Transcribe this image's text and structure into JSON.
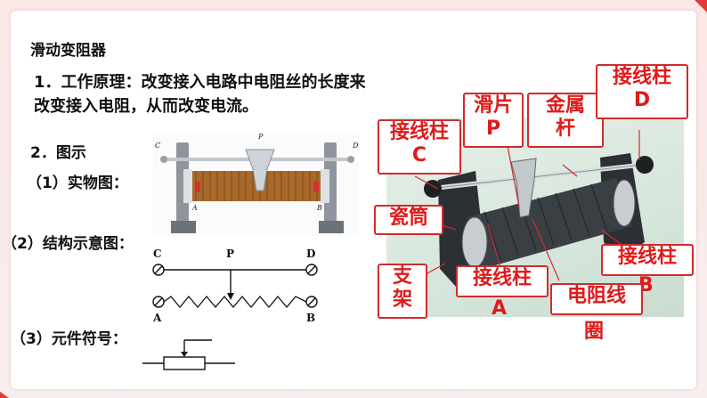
{
  "slide": {
    "title": "滑动变阻器",
    "principle_line1": "1．工作原理：改变接入电路中电阻丝的长度来",
    "principle_line2": "改变接入电阻，从而改变电流。",
    "section2": "2．图示",
    "sub1": "（1）实物图：",
    "sub2": "（2）结构示意图：",
    "sub3": "（3）元件符号："
  },
  "photo_figure": {
    "labels": {
      "c": "C",
      "d": "D",
      "p": "P",
      "a": "A",
      "b": "B"
    }
  },
  "schematic": {
    "labels": {
      "c": "C",
      "p": "P",
      "d": "D",
      "a": "A",
      "b": "B"
    }
  },
  "callouts": {
    "terminal_c": [
      "接线柱",
      "C"
    ],
    "slider_p": [
      "滑片",
      "P"
    ],
    "metal_rod": [
      "金属",
      "杆"
    ],
    "terminal_d": [
      "接线柱",
      "D"
    ],
    "porcelain": "瓷筒",
    "terminal_b": [
      "接线柱",
      "B"
    ],
    "support": [
      "支",
      "架"
    ],
    "terminal_a": [
      "接线柱",
      "A"
    ],
    "coil": [
      "电阻线",
      "圈"
    ]
  },
  "colors": {
    "accent_red": "#e01a1a",
    "coil_brown": "#a9692b"
  }
}
